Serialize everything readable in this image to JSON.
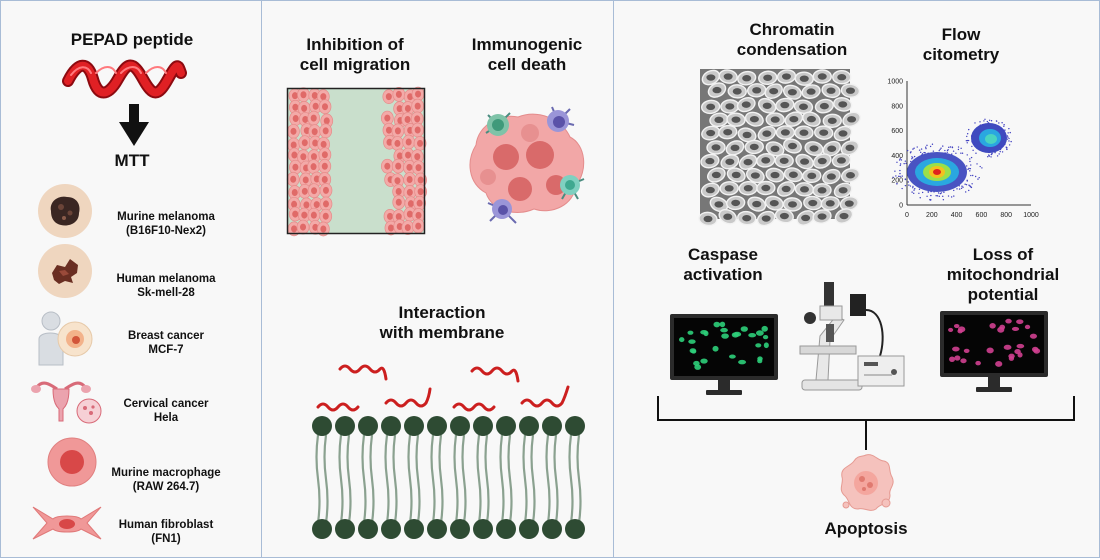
{
  "panel1": {
    "title": "PEPAD peptide",
    "assay": "MTT",
    "cells": [
      {
        "line1": "Murine melanoma",
        "line2": "(B16F10-Nex2)",
        "icon": "murine-melanoma-icon"
      },
      {
        "line1": "Human melanoma",
        "line2": "Sk-mell-28",
        "icon": "human-melanoma-icon"
      },
      {
        "line1": "Breast cancer",
        "line2": "MCF-7",
        "icon": "breast-cancer-icon"
      },
      {
        "line1": "Cervical cancer",
        "line2": "Hela",
        "icon": "uterus-icon"
      },
      {
        "line1": "Murine macrophage",
        "line2": "(RAW 264.7)",
        "icon": "macrophage-icon"
      },
      {
        "line1": "Human fibroblast",
        "line2": "(FN1)",
        "icon": "fibroblast-icon"
      }
    ]
  },
  "panel2": {
    "migration": "Inhibition of\ncell migration",
    "icd": "Immunogenic\ncell death",
    "membrane": "Interaction\nwith membrane"
  },
  "panel3": {
    "chromatin": "Chromatin\ncondensation",
    "flow": "Flow\ncitometry",
    "flow_ticks_x": [
      "0",
      "200",
      "400",
      "600",
      "800",
      "1000"
    ],
    "flow_ticks_y": [
      "0",
      "200",
      "400",
      "600",
      "800",
      "1000"
    ],
    "caspase": "Caspase\nactivation",
    "mito": "Loss of\nmitochondrial\npotential",
    "apoptosis": "Apoptosis"
  },
  "colors": {
    "border": "#a8bcd6",
    "helix_red": "#d8141b",
    "lipid_head": "#2e4b33",
    "green_fluor": "#2ecf7a",
    "pink_fluor": "#d04090"
  }
}
